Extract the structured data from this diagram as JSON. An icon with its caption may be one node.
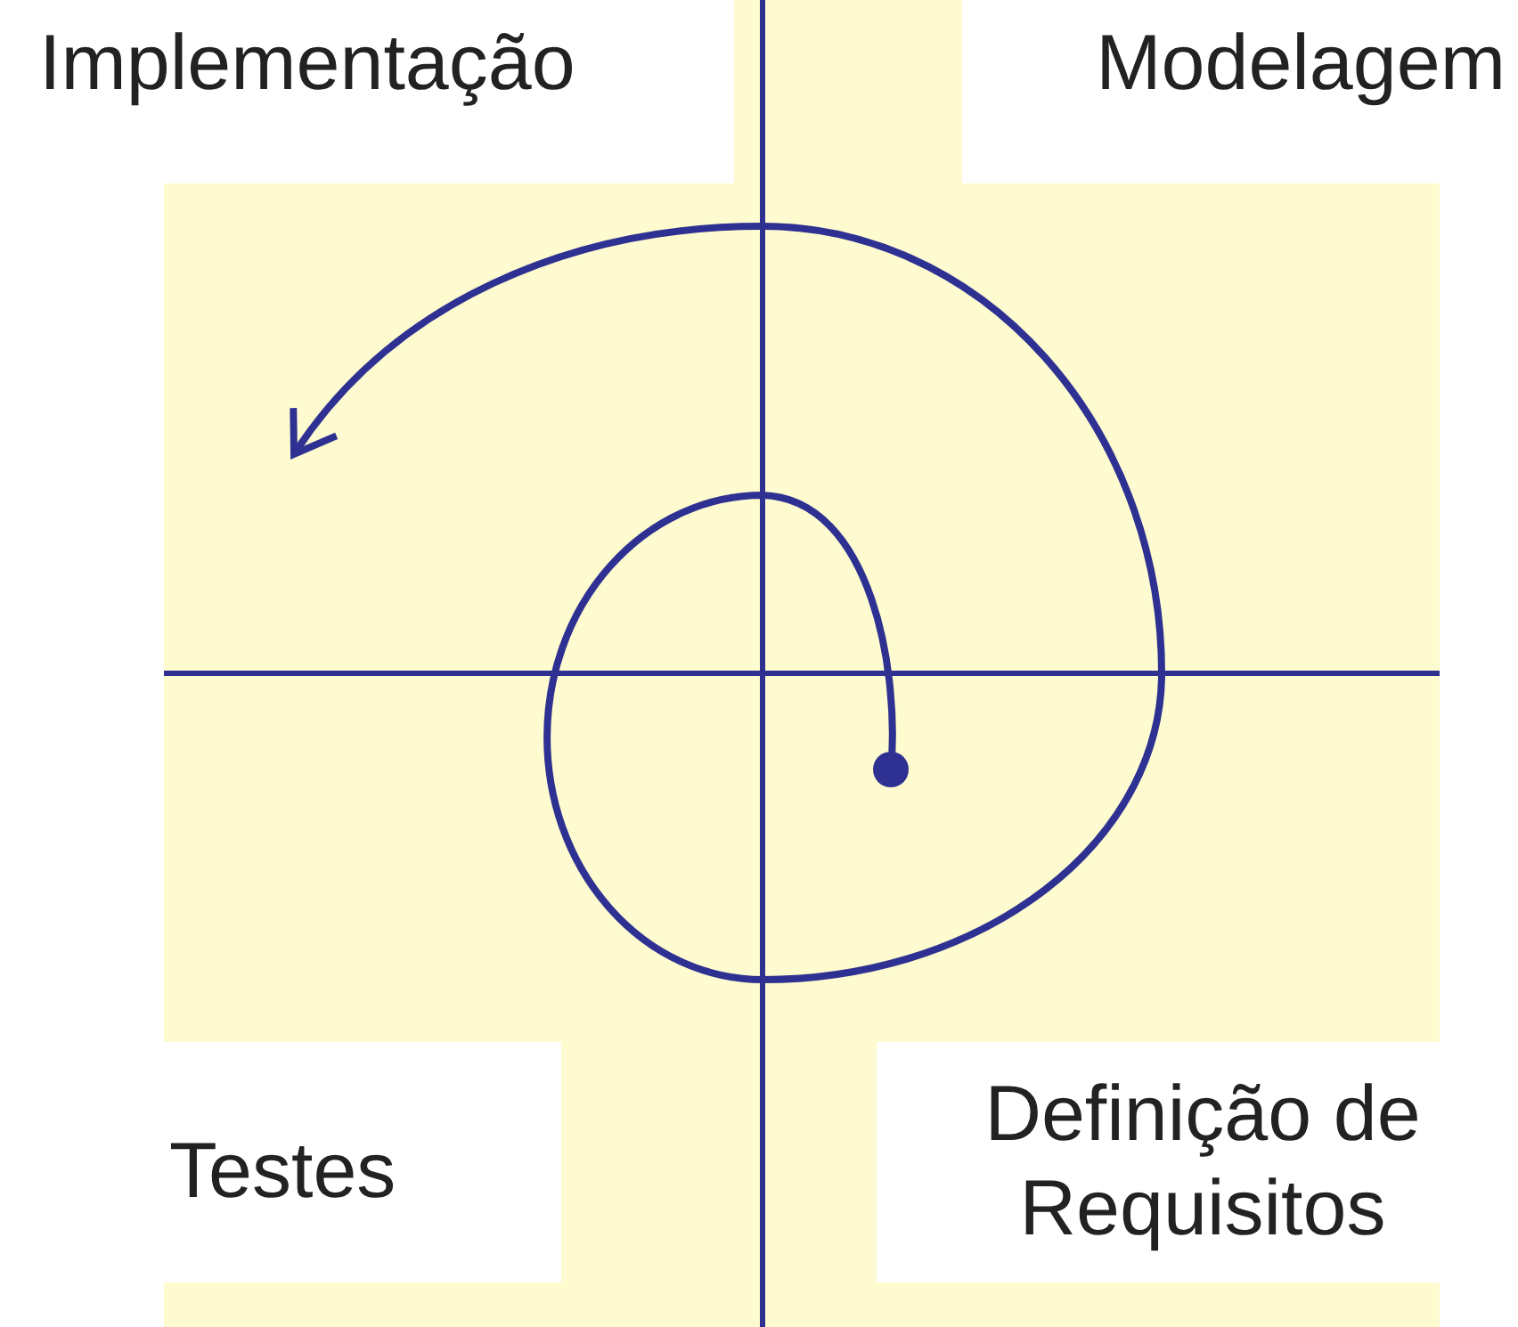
{
  "diagram": {
    "labels": [
      "Implementação",
      "Modelagem",
      "Testes",
      "Definição de Requisitos"
    ]
  }
}
